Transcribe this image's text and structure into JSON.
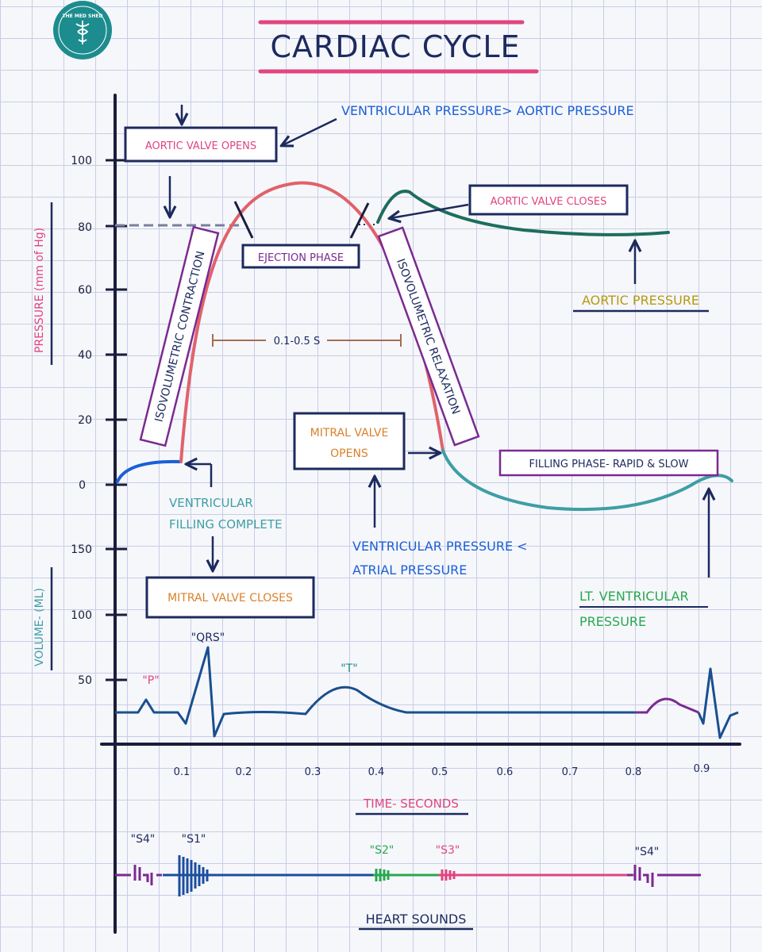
{
  "logo": {
    "line1": "THE MED SHED",
    "line2": ""
  },
  "title": "CARDIAC CYCLE",
  "axes": {
    "pressure_label": "PRESSURE (mm of Hg)",
    "volume_label": "VOLUME- (ML)",
    "time_label": "TIME- SECONDS",
    "pressure_ticks": [
      "100",
      "80",
      "60",
      "40",
      "20",
      "0"
    ],
    "volume_ticks": [
      "150",
      "100",
      "50"
    ],
    "time_ticks": [
      "0.1",
      "0.2",
      "0.3",
      "0.4",
      "0.5",
      "0.6",
      "0.7",
      "0.8",
      "0.9"
    ]
  },
  "annotations": {
    "vent_gt_aortic": "VENTRICULAR PRESSURE> AORTIC PRESSURE",
    "aortic_valve_opens": "AORTIC VALVE OPENS",
    "aortic_valve_closes": "AORTIC VALVE CLOSES",
    "ejection_phase": "EJECTION PHASE",
    "isovolumetric_contraction": "ISOVOLUMETRIC CONTRACTION",
    "isovolumetric_relaxation": "ISOVOLUMETRIC RELAXATION",
    "duration": "0.1-0.5 S",
    "aortic_pressure": "AORTIC PRESSURE",
    "mitral_valve_opens_1": "MITRAL VALVE",
    "mitral_valve_opens_2": "OPENS",
    "filling_phase": "FILLING PHASE- RAPID & SLOW",
    "vent_filling_1": "VENTRICULAR",
    "vent_filling_2": "FILLING COMPLETE",
    "vent_lt_atrial_1": "VENTRICULAR PRESSURE <",
    "vent_lt_atrial_2": "ATRIAL PRESSURE",
    "mitral_valve_closes": "MITRAL VALVE CLOSES",
    "lt_vent_pressure_1": "LT. VENTRICULAR",
    "lt_vent_pressure_2": "PRESSURE"
  },
  "ecg_labels": {
    "p": "\"P\"",
    "qrs": "\"QRS\"",
    "t": "\"T\""
  },
  "heart_sounds": {
    "title": "HEART SOUNDS",
    "s4_first": "\"S4\"",
    "s1": "\"S1\"",
    "s2": "\"S2\"",
    "s3": "\"S3\"",
    "s4_last": "\"S4\""
  },
  "colors": {
    "navy": "#1c2a5e",
    "ventricular": "#e0626b",
    "aortic": "#1d6e5c",
    "blue": "#1b5fd6",
    "filling": "#3f9ea5",
    "pink": "#e0457f",
    "purple": "#7a2a91",
    "orange": "#d9822b",
    "green": "#28a84f",
    "olive": "#b59a12",
    "ecg": "#1a4f8f"
  }
}
